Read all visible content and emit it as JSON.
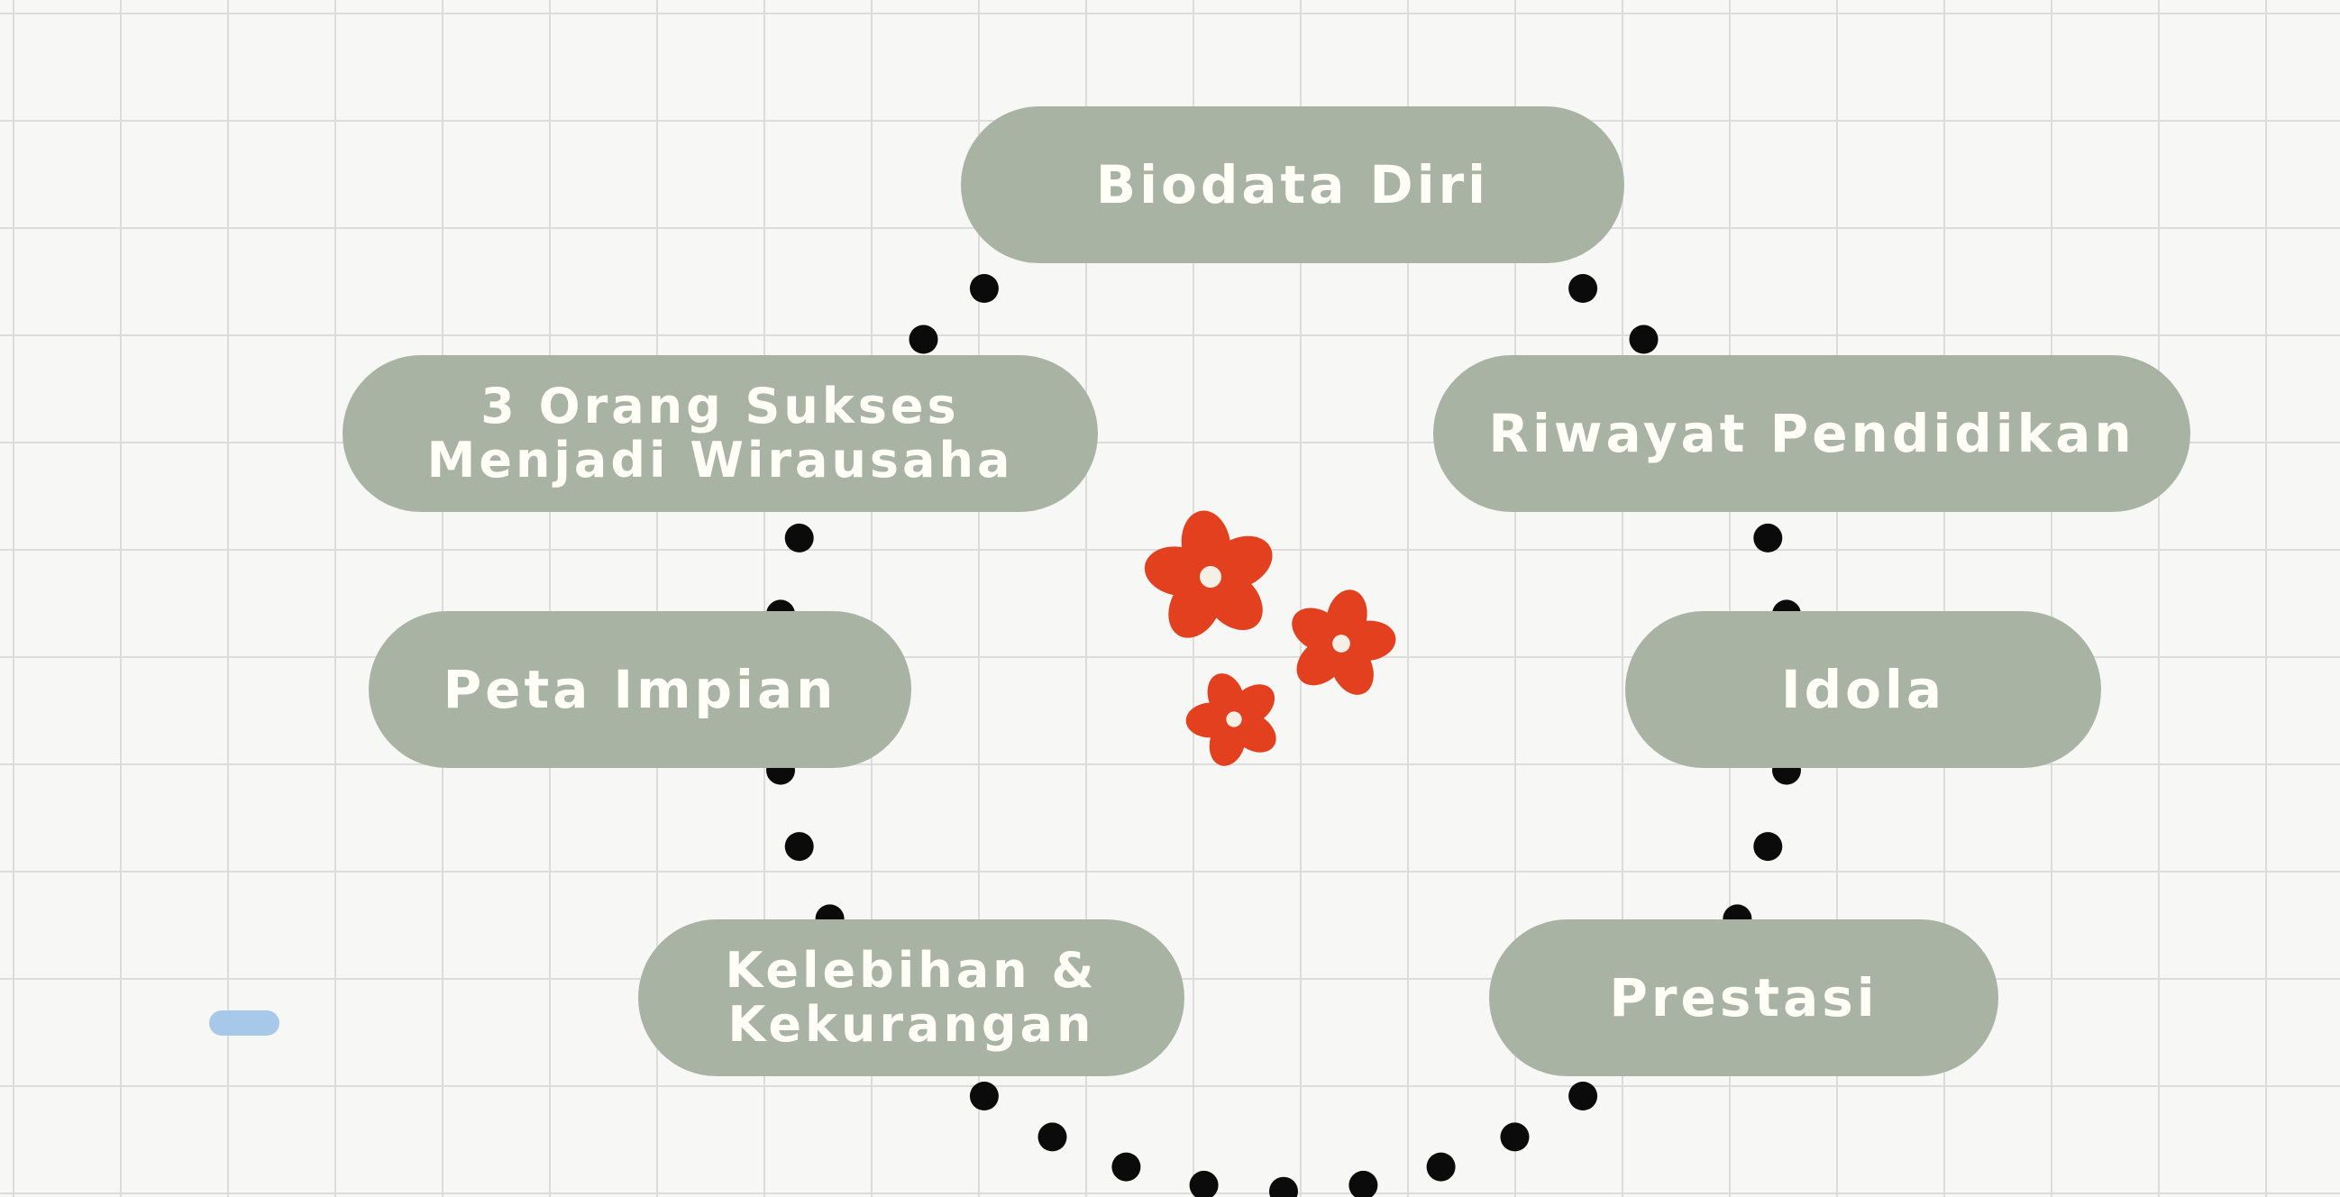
{
  "diagram": {
    "center_nodes": [
      {
        "id": "biodata",
        "label": "Biodata Diri"
      },
      {
        "id": "riwayat",
        "label": "Riwayat Pendidikan"
      },
      {
        "id": "idola",
        "label": "Idola"
      },
      {
        "id": "prestasi",
        "label": "Prestasi"
      },
      {
        "id": "kelebihan",
        "label": "Kelebihan &\nKekurangan"
      },
      {
        "id": "peta",
        "label": "Peta Impian"
      },
      {
        "id": "orang-sukses",
        "label": "3 Orang Sukses\nMenjadi Wirausaha"
      }
    ],
    "connector_style": "dotted-circle",
    "decoration": "three-red-flowers"
  },
  "colors": {
    "pill_fill": "#a9b3a3",
    "pill_text": "#fffef7",
    "dots": "#0b0b0b",
    "flower": "#e2401f",
    "flower_center": "#f6efe6",
    "grid_line": "#dcdcdc",
    "background": "#f7f7f5",
    "handle": "#a8c8ea"
  }
}
